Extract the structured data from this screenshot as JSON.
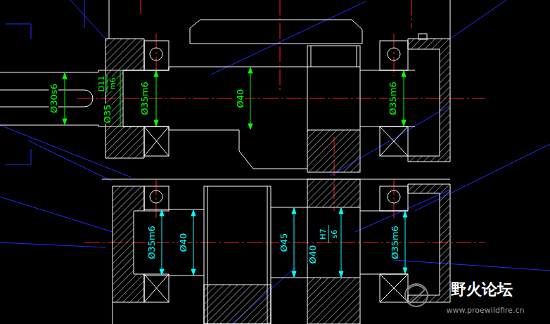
{
  "diagram": {
    "labels": [
      "Ø30s6",
      "Ø35",
      "D11",
      "m6",
      "Ø35m6",
      "Ø40",
      "Ø35m6",
      "Ø35m6",
      "Ø40",
      "Ø45",
      "Ø40",
      "H7",
      "s6",
      "Ø35m6",
      "野火论坛",
      "www.proewildfire.cn"
    ]
  }
}
